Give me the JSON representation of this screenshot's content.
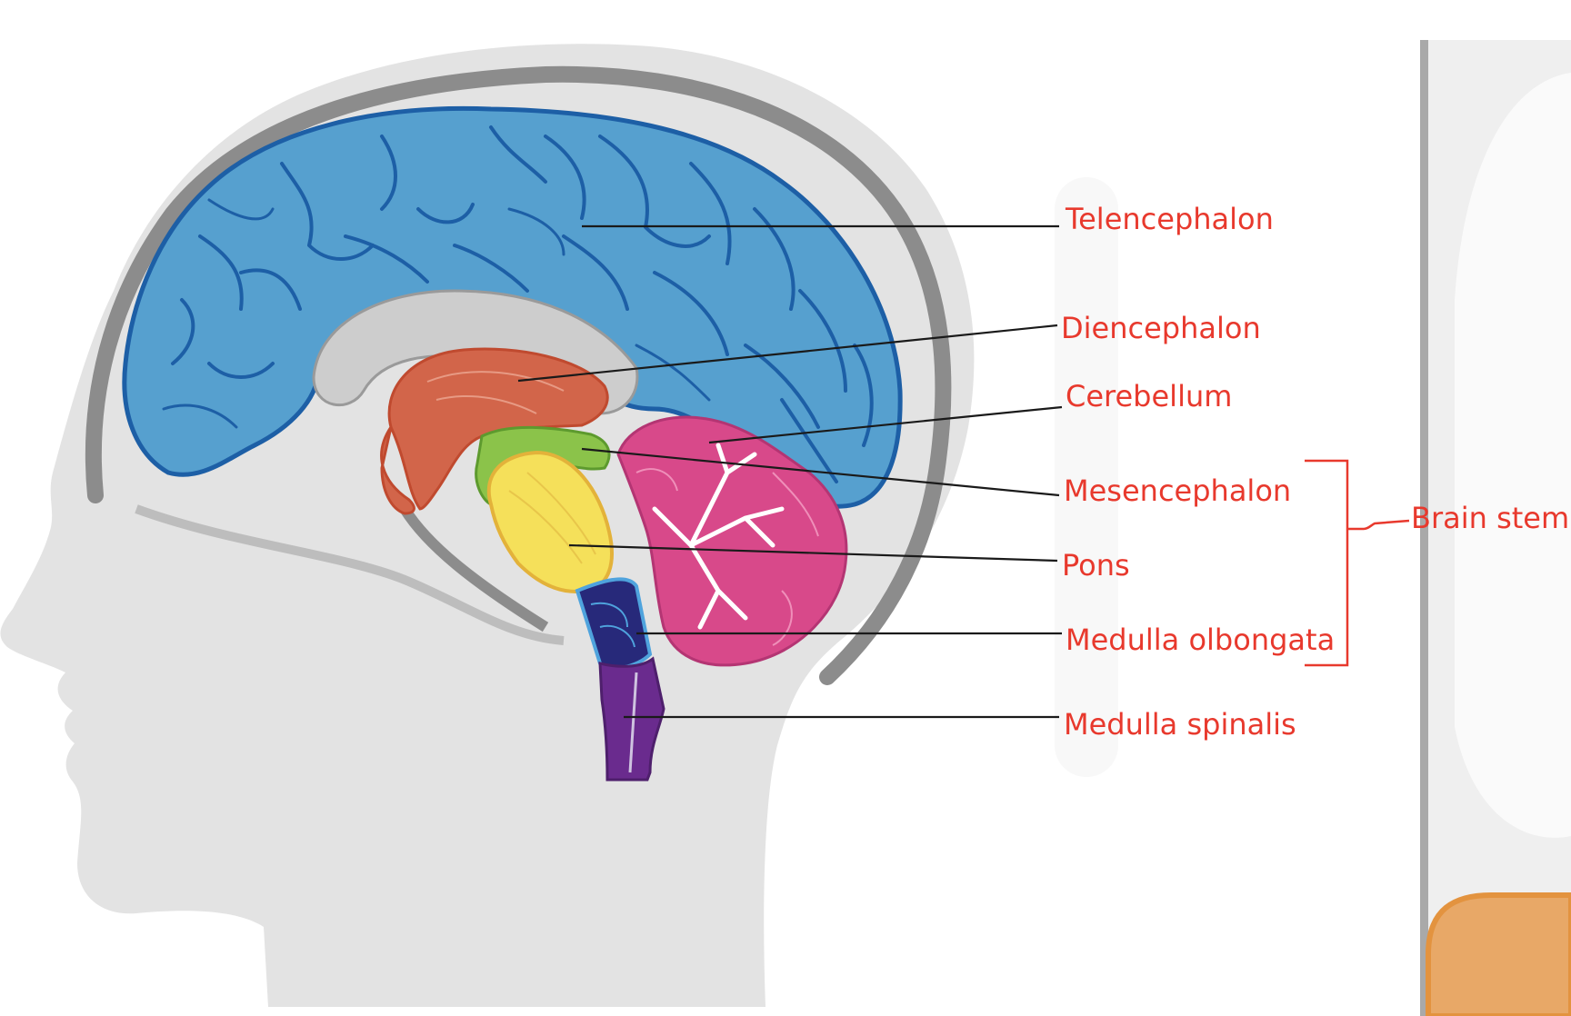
{
  "colors": {
    "label": "#e8392d",
    "telencephalon": "#56a0cf",
    "diencephalon": "#d2654a",
    "cerebellum": "#d8498a",
    "mesencephalon": "#8bc34a",
    "pons": "#f5e05a",
    "medulla_oblongata": "#27297a",
    "medulla_spinalis": "#6a2b8e",
    "head": "#e3e3e3",
    "skull": "#8c8c8c"
  },
  "labels": {
    "telencephalon": "Telencephalon",
    "diencephalon": "Diencephalon",
    "cerebellum": "Cerebellum",
    "mesencephalon": "Mesencephalon",
    "pons": "Pons",
    "medulla_oblongata": "Medulla olbongata",
    "medulla_spinalis": "Medulla spinalis",
    "brain_stem": "Brain stem"
  }
}
